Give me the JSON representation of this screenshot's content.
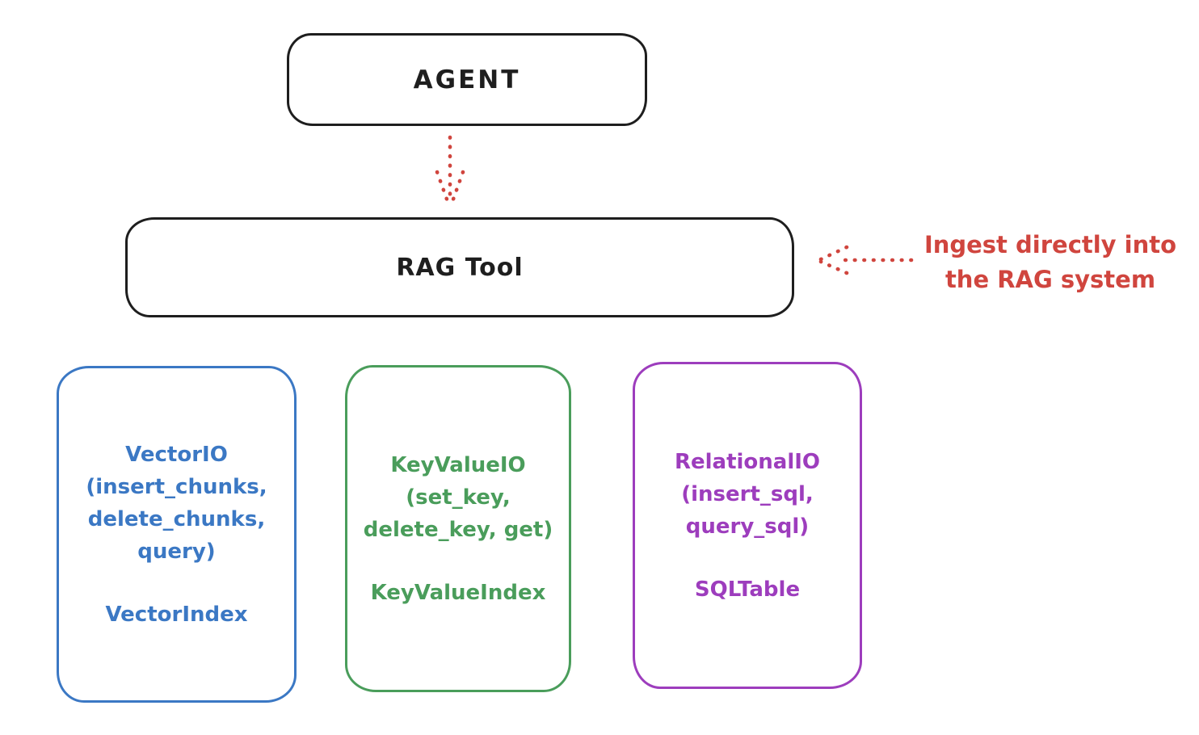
{
  "diagram": {
    "agent_label": "AGENT",
    "rag_tool_label": "RAG Tool",
    "annotation": {
      "line1": "Ingest directly into",
      "line2": "the RAG system"
    },
    "backends": [
      {
        "name": "vector-io",
        "color": "#3b78c4",
        "io_lines": [
          "VectorIO",
          "(insert_chunks,",
          "delete_chunks,",
          "query)"
        ],
        "index_label": "VectorIndex"
      },
      {
        "name": "keyvalue-io",
        "color": "#4a9d5b",
        "io_lines": [
          "KeyValueIO",
          "(set_key,",
          "delete_key, get)"
        ],
        "index_label": "KeyValueIndex"
      },
      {
        "name": "relational-io",
        "color": "#9d3dbd",
        "io_lines": [
          "RelationalIO",
          "(insert_sql,",
          "query_sql)"
        ],
        "index_label": "SQLTable"
      }
    ],
    "colors": {
      "stroke": "#1e1e1e",
      "red": "#d0453e",
      "background": "#ffffff"
    }
  }
}
